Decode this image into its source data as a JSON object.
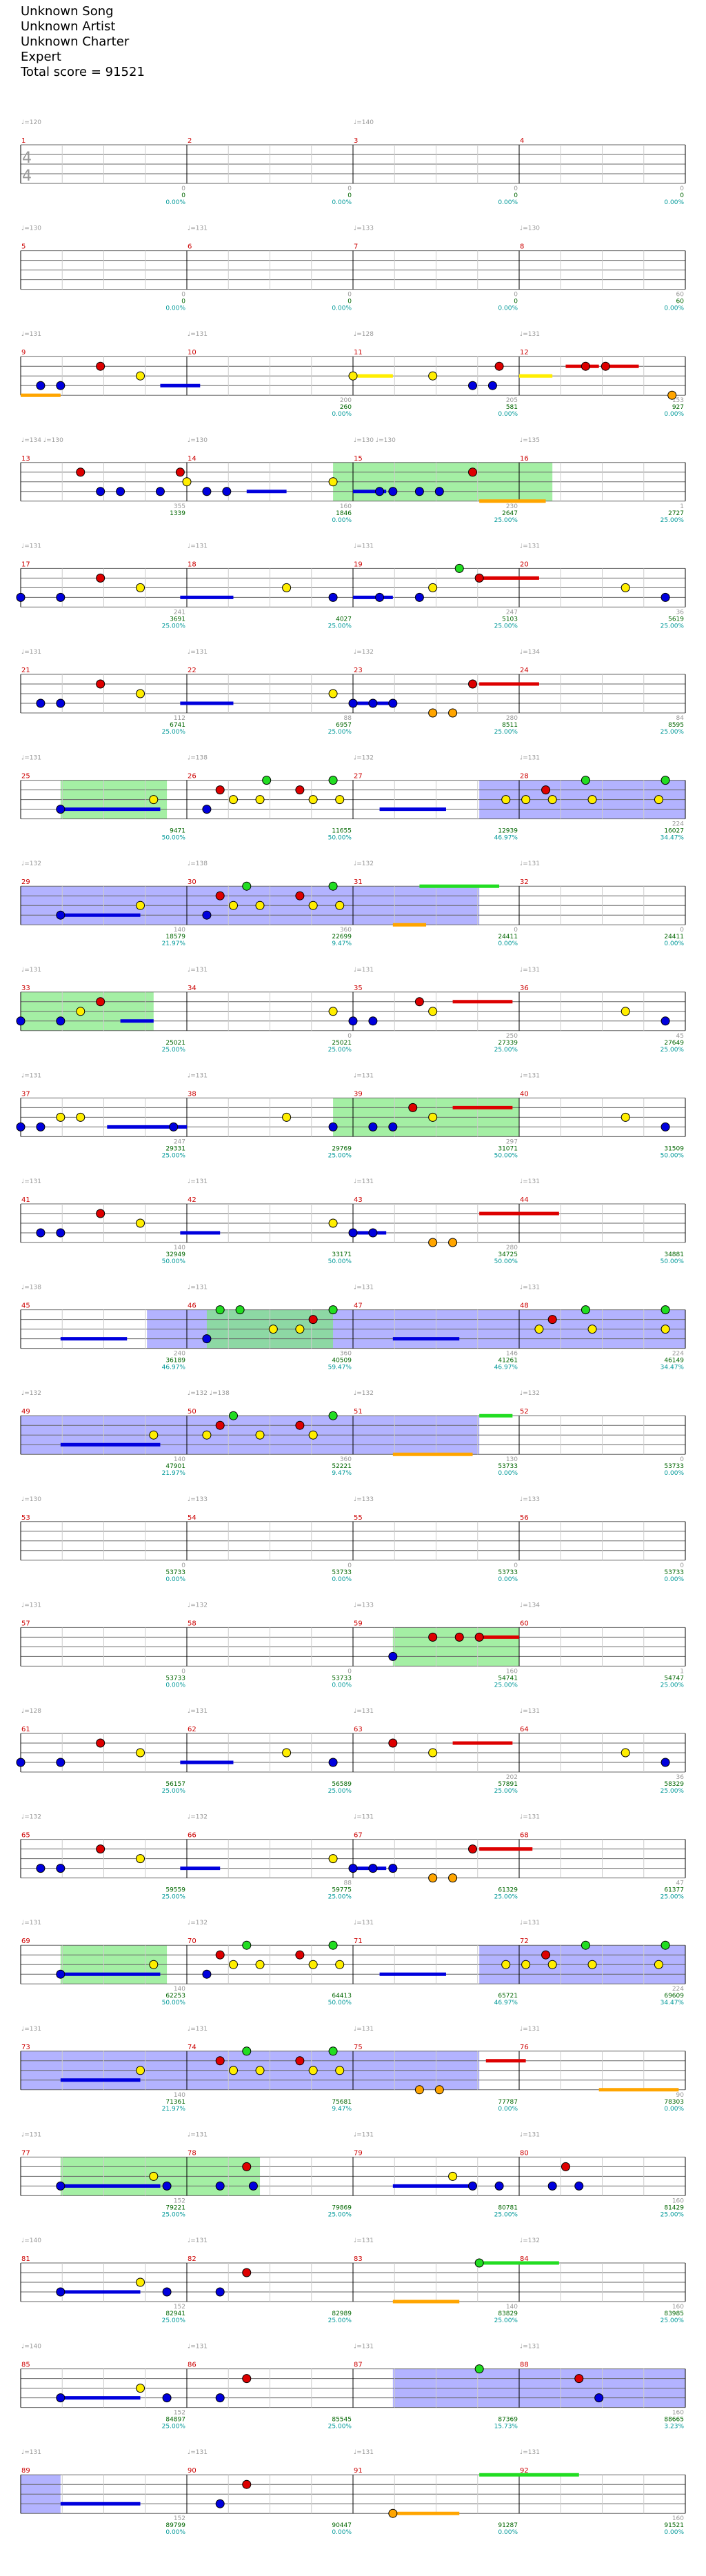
{
  "header": {
    "song": "Unknown Song",
    "artist": "Unknown Artist",
    "charter": "Unknown Charter",
    "difficulty": "Expert",
    "total_score": "Total score = 91521"
  },
  "time_signature": {
    "num": "4",
    "den": "4"
  },
  "colors": {
    "green": "#22dd22",
    "red": "#dd0000",
    "yellow": "#ffee00",
    "blue": "#0000dd",
    "orange": "#ffa500",
    "star_power": "#7de87d",
    "solo": "#8080ff"
  },
  "rows": [
    {
      "bpm": [
        "♩=120",
        "",
        "♩=140",
        ""
      ],
      "score": [
        "0",
        "0",
        "0",
        "0"
      ],
      "pct": [
        "0.00%",
        "0.00%",
        "0.00%",
        "0.00%"
      ],
      "cnt": [
        "0",
        "0",
        "0",
        "0"
      ]
    },
    {
      "bpm": [
        "♩=130",
        "♩=131",
        "♩=133",
        "♩=130"
      ],
      "score": [
        "0",
        "0",
        "0",
        "60"
      ],
      "pct": [
        "0.00%",
        "0.00%",
        "0.00%",
        "0.00%"
      ],
      "cnt": [
        "0",
        "0",
        "0",
        "60"
      ]
    },
    {
      "bpm": [
        "♩=131",
        "♩=131",
        "♩=128",
        "♩=131"
      ],
      "score": [
        "",
        "260",
        "581",
        "927"
      ],
      "pct": [
        "",
        "0.00%",
        "0.00%",
        "0.00%"
      ],
      "cnt": [
        "",
        "200",
        "205",
        "153"
      ]
    },
    {
      "bpm": [
        "♩=134  ♩=130",
        "♩=130",
        "♩=130  ♩=130",
        "♩=135"
      ],
      "score": [
        "1339",
        "1846",
        "2647",
        "2727"
      ],
      "pct": [
        "",
        "0.00%",
        "25.00%",
        "25.00%"
      ],
      "cnt": [
        "355",
        "160",
        "230",
        "1"
      ]
    },
    {
      "bpm": [
        "♩=131",
        "♩=131",
        "♩=131",
        "♩=131"
      ],
      "score": [
        "3691",
        "4027",
        "5103",
        "5619"
      ],
      "pct": [
        "25.00%",
        "25.00%",
        "25.00%",
        "25.00%"
      ],
      "cnt": [
        "241",
        "",
        "247",
        "36"
      ]
    },
    {
      "bpm": [
        "♩=131",
        "♩=131",
        "♩=132",
        "♩=134"
      ],
      "score": [
        "6741",
        "6957",
        "8511",
        "8595"
      ],
      "pct": [
        "25.00%",
        "25.00%",
        "25.00%",
        "25.00%"
      ],
      "cnt": [
        "112",
        "88",
        "280",
        "84"
      ]
    },
    {
      "bpm": [
        "♩=131",
        "♩=138",
        "♩=132",
        "♩=131"
      ],
      "score": [
        "9471",
        "11655",
        "12939",
        "16027"
      ],
      "pct": [
        "50.00%",
        "50.00%",
        "46.97%",
        "34.47%"
      ],
      "cnt": [
        "",
        "",
        "",
        "224"
      ]
    },
    {
      "bpm": [
        "♩=132",
        "♩=138",
        "♩=132",
        "♩=131"
      ],
      "score": [
        "18579",
        "22699",
        "24411",
        "24411"
      ],
      "pct": [
        "21.97%",
        "9.47%",
        "0.00%",
        "0.00%"
      ],
      "cnt": [
        "140",
        "360",
        "0",
        "0"
      ]
    },
    {
      "bpm": [
        "♩=131",
        "♩=131",
        "♩=131",
        "♩=131"
      ],
      "score": [
        "25021",
        "25021",
        "27339",
        "27649"
      ],
      "pct": [
        "25.00%",
        "25.00%",
        "25.00%",
        "25.00%"
      ],
      "cnt": [
        "",
        "0",
        "250",
        "45"
      ]
    },
    {
      "bpm": [
        "♩=131",
        "♩=131",
        "♩=131",
        "♩=131"
      ],
      "score": [
        "29331",
        "29769",
        "31071",
        "31509"
      ],
      "pct": [
        "25.00%",
        "25.00%",
        "50.00%",
        "50.00%"
      ],
      "cnt": [
        "247",
        "",
        "297",
        ""
      ]
    },
    {
      "bpm": [
        "♩=131",
        "♩=131",
        "♩=131",
        "♩=131"
      ],
      "score": [
        "32949",
        "33171",
        "34725",
        "34881"
      ],
      "pct": [
        "50.00%",
        "50.00%",
        "50.00%",
        "50.00%"
      ],
      "cnt": [
        "140",
        "",
        "280",
        ""
      ]
    },
    {
      "bpm": [
        "♩=138",
        "♩=131",
        "♩=131",
        "♩=131"
      ],
      "score": [
        "36189",
        "40509",
        "41261",
        "46149"
      ],
      "pct": [
        "46.97%",
        "59.47%",
        "46.97%",
        "34.47%"
      ],
      "cnt": [
        "240",
        "360",
        "146",
        "224"
      ]
    },
    {
      "bpm": [
        "♩=132",
        "♩=132  ♩=138",
        "♩=132",
        "♩=132"
      ],
      "score": [
        "47901",
        "52221",
        "53733",
        "53733"
      ],
      "pct": [
        "21.97%",
        "9.47%",
        "0.00%",
        "0.00%"
      ],
      "cnt": [
        "140",
        "360",
        "130",
        "0"
      ]
    },
    {
      "bpm": [
        "♩=130",
        "♩=133",
        "♩=133",
        "♩=133"
      ],
      "score": [
        "53733",
        "53733",
        "53733",
        "53733"
      ],
      "pct": [
        "0.00%",
        "0.00%",
        "0.00%",
        "0.00%"
      ],
      "cnt": [
        "0",
        "0",
        "0",
        "0"
      ]
    },
    {
      "bpm": [
        "♩=131",
        "♩=132",
        "♩=133",
        "♩=134"
      ],
      "score": [
        "53733",
        "53733",
        "54741",
        "54747"
      ],
      "pct": [
        "0.00%",
        "0.00%",
        "25.00%",
        "25.00%"
      ],
      "cnt": [
        "0",
        "0",
        "160",
        "1"
      ]
    },
    {
      "bpm": [
        "♩=128",
        "♩=131",
        "♩=131",
        "♩=131"
      ],
      "score": [
        "56157",
        "56589",
        "57891",
        "58329"
      ],
      "pct": [
        "25.00%",
        "25.00%",
        "25.00%",
        "25.00%"
      ],
      "cnt": [
        "",
        "",
        "202",
        "36"
      ]
    },
    {
      "bpm": [
        "♩=132",
        "♩=132",
        "♩=131",
        "♩=131"
      ],
      "score": [
        "59559",
        "59775",
        "61329",
        "61377"
      ],
      "pct": [
        "25.00%",
        "25.00%",
        "25.00%",
        "25.00%"
      ],
      "cnt": [
        "",
        "88",
        "",
        "47"
      ]
    },
    {
      "bpm": [
        "♩=131",
        "♩=132",
        "♩=131",
        "♩=131"
      ],
      "score": [
        "62253",
        "64413",
        "65721",
        "69609"
      ],
      "pct": [
        "50.00%",
        "50.00%",
        "46.97%",
        "34.47%"
      ],
      "cnt": [
        "140",
        "",
        "",
        "224"
      ]
    },
    {
      "bpm": [
        "♩=131",
        "♩=131",
        "♩=131",
        "♩=131"
      ],
      "score": [
        "71361",
        "75681",
        "77787",
        "78303"
      ],
      "pct": [
        "21.97%",
        "9.47%",
        "0.00%",
        "0.00%"
      ],
      "cnt": [
        "140",
        "",
        "",
        "90"
      ]
    },
    {
      "bpm": [
        "♩=131",
        "♩=131",
        "♩=131",
        "♩=131"
      ],
      "score": [
        "79221",
        "79869",
        "80781",
        "81429"
      ],
      "pct": [
        "25.00%",
        "25.00%",
        "25.00%",
        "25.00%"
      ],
      "cnt": [
        "152",
        "",
        "",
        "160"
      ]
    },
    {
      "bpm": [
        "♩=140",
        "♩=131",
        "♩=131",
        "♩=132"
      ],
      "score": [
        "82941",
        "82989",
        "83829",
        "83985"
      ],
      "pct": [
        "25.00%",
        "25.00%",
        "25.00%",
        "25.00%"
      ],
      "cnt": [
        "152",
        "",
        "140",
        "160"
      ]
    },
    {
      "bpm": [
        "♩=140",
        "♩=131",
        "♩=131",
        "♩=131"
      ],
      "score": [
        "84897",
        "85545",
        "87369",
        "88665"
      ],
      "pct": [
        "25.00%",
        "25.00%",
        "15.73%",
        "3.23%"
      ],
      "cnt": [
        "152",
        "",
        "",
        "160"
      ]
    },
    {
      "bpm": [
        "♩=131",
        "♩=131",
        "♩=131",
        "♩=131"
      ],
      "score": [
        "89799",
        "90447",
        "91287",
        "91521"
      ],
      "pct": [
        "0.00%",
        "0.00%",
        "0.00%",
        "0.00%"
      ],
      "cnt": [
        "152",
        "",
        "",
        "160"
      ]
    }
  ]
}
